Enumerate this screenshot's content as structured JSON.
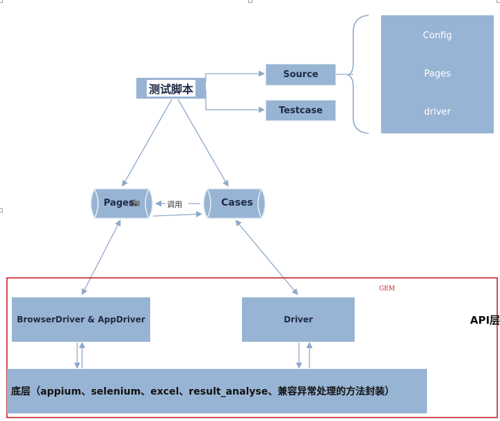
{
  "nodes": {
    "test_script": "测试脚本",
    "source": "Source",
    "testcase": "Testcase",
    "pages": "Pages.",
    "cases": "Cases",
    "browser_driver": "BrowserDriver & AppDriver",
    "driver": "Driver",
    "base_layer": "底层（appium、selenium、excel、result_analyse、兼容异常处理的方法封装）"
  },
  "source_panel": {
    "items": [
      "Config",
      "Pages",
      "driver"
    ]
  },
  "edge_labels": {
    "call": "调用"
  },
  "api_layer": {
    "label": "API层",
    "tag": "GEM"
  },
  "colors": {
    "node_fill": "#98b4d4",
    "api_border": "#c8202a",
    "arrow": "#8fa9c8"
  }
}
